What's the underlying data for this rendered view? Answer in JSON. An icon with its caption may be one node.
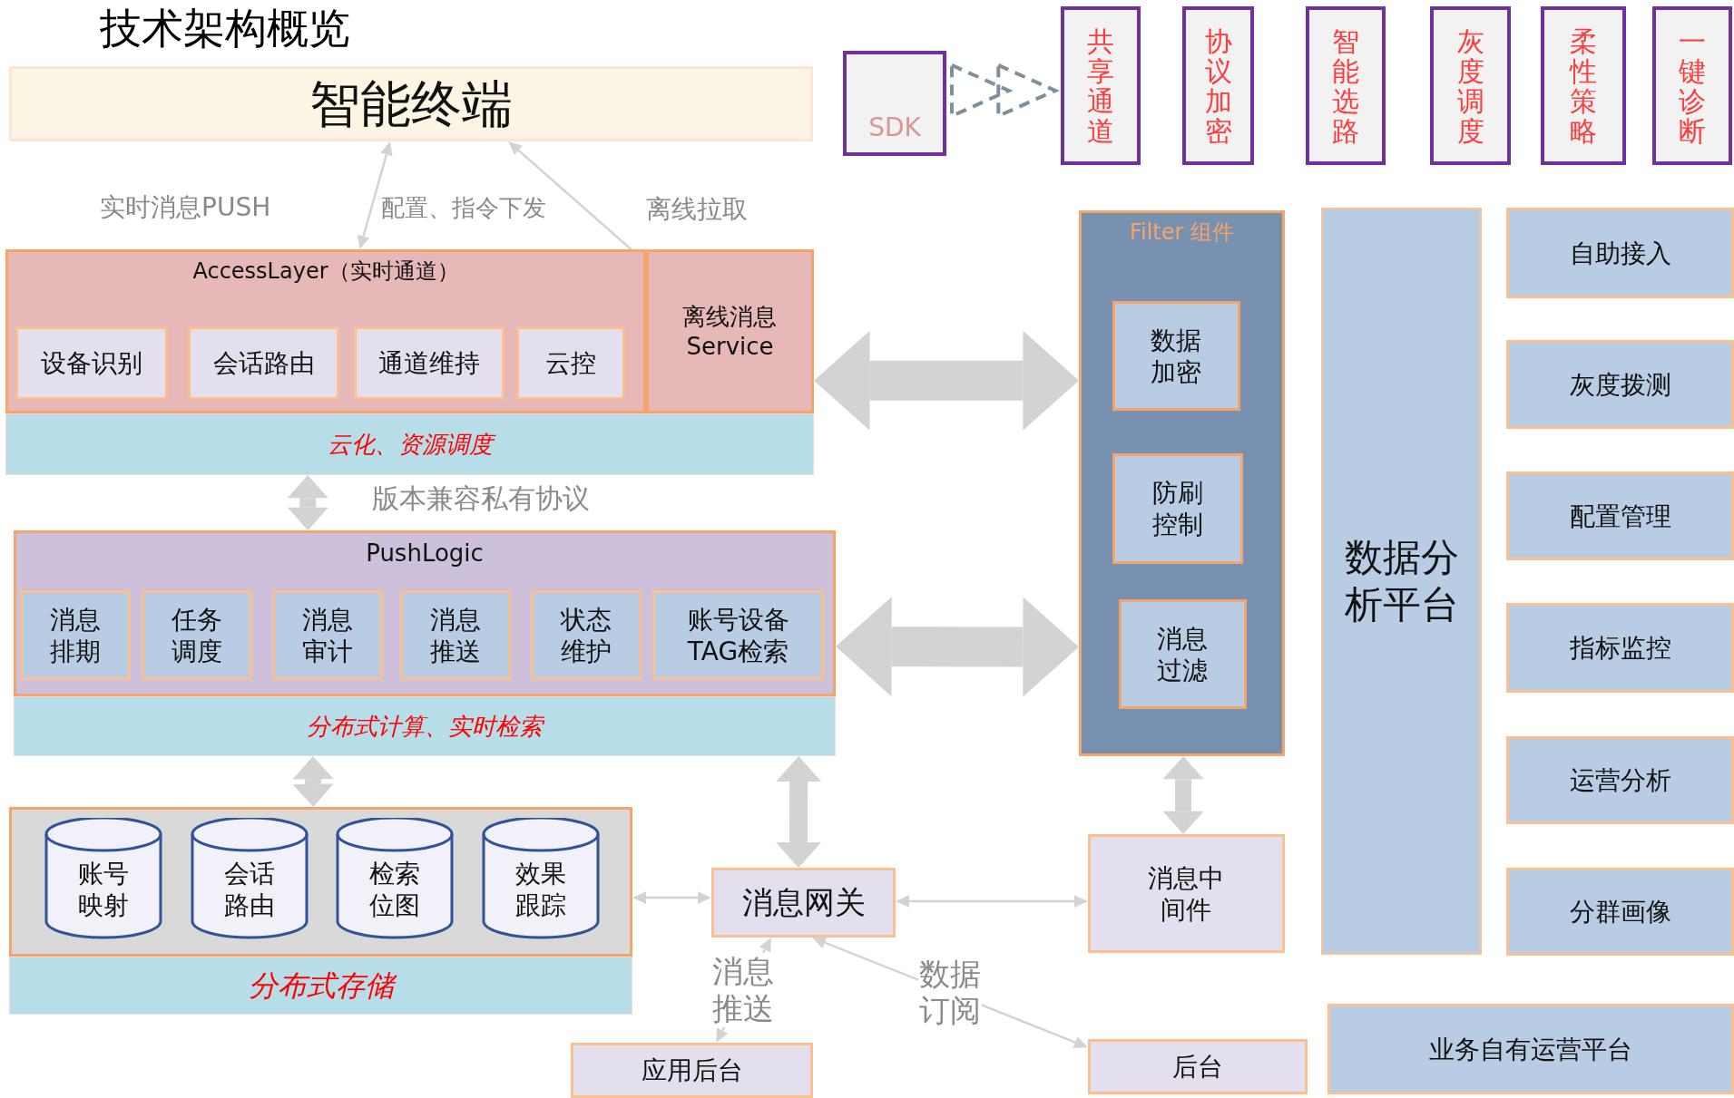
{
  "diagram": {
    "title": "技术架构概览",
    "nodes": [
      {
        "text": [
          "智能终端"
        ]
      },
      {
        "text": [
          "AccessLayer（实时通道）"
        ]
      },
      {
        "text": [
          "设备识别"
        ],
        "in": 1
      },
      {
        "text": [
          "会话路由"
        ],
        "in": 1
      },
      {
        "text": [
          "通道维持"
        ],
        "in": 1
      },
      {
        "text": [
          "云控"
        ],
        "in": 1
      },
      {
        "text": [
          "离线消息 Service"
        ]
      },
      {
        "text": [
          "云化、资源调度"
        ]
      },
      {
        "text": [
          "PushLogic"
        ]
      },
      {
        "text": [
          "消息排期"
        ],
        "in": 8
      },
      {
        "text": [
          "任务调度"
        ],
        "in": 8
      },
      {
        "text": [
          "消息审计"
        ],
        "in": 8
      },
      {
        "text": [
          "消息推送"
        ],
        "in": 8
      },
      {
        "text": [
          "状态维护"
        ],
        "in": 8
      },
      {
        "text": [
          "账号设备TAG检索"
        ],
        "in": 8
      },
      {
        "text": [
          "分布式计算、实时检索"
        ]
      },
      {
        "text": [],
        "shape": "box"
      },
      {
        "text": [
          "账号映射"
        ],
        "in": 16
      },
      {
        "text": [
          "会话路由"
        ],
        "in": 16
      },
      {
        "text": [
          "检索位图"
        ],
        "in": 16
      },
      {
        "text": [
          "效果跟踪"
        ],
        "in": 16
      },
      {
        "text": [
          "分布式存储"
        ]
      },
      {
        "text": [
          "消息网关"
        ]
      },
      {
        "text": [
          "应用后台"
        ]
      },
      {
        "text": [
          "消息中间件"
        ]
      },
      {
        "text": [
          "后台"
        ]
      },
      {
        "text": [
          "Filter 组件"
        ]
      },
      {
        "text": [
          "数据加密"
        ],
        "in": 26
      },
      {
        "text": [
          "防刷控制"
        ],
        "in": 26
      },
      {
        "text": [
          "消息过滤"
        ],
        "in": 26
      },
      {
        "text": [
          "数据分析平台"
        ]
      },
      {
        "text": [
          "自助接入"
        ]
      },
      {
        "text": [
          "灰度拨测"
        ]
      },
      {
        "text": [
          "配置管理"
        ]
      },
      {
        "text": [
          "指标监控"
        ]
      },
      {
        "text": [
          "运营分析"
        ]
      },
      {
        "text": [
          "分群画像"
        ]
      },
      {
        "text": [
          "业务自有运营平台"
        ]
      },
      {
        "text": [
          "SDK"
        ]
      },
      {
        "text": [
          "共享通道"
        ]
      },
      {
        "text": [
          "协议加密"
        ]
      },
      {
        "text": [
          "智能选路"
        ]
      },
      {
        "text": [
          "灰度调度"
        ]
      },
      {
        "text": [
          "柔性策略"
        ]
      },
      {
        "text": [
          "一键诊断"
        ]
      }
    ],
    "edges": [
      {
        "from": 0,
        "to": 1,
        "arrow": "both"
      },
      {
        "from": 0,
        "to": 6,
        "arrow": "both"
      },
      {
        "from": 7,
        "to": 8,
        "arrow": "both",
        "style": "thick"
      },
      {
        "from": 15,
        "to": 16,
        "arrow": "both",
        "style": "thick"
      },
      {
        "from": 15,
        "to": 22,
        "arrow": "both",
        "style": "thick"
      },
      {
        "from": 16,
        "to": 22,
        "arrow": "both"
      },
      {
        "from": 22,
        "to": 24,
        "arrow": "both"
      },
      {
        "from": 22,
        "to": 23,
        "arrow": "both",
        "label": "消息推送"
      },
      {
        "from": 22,
        "to": 25,
        "arrow": "both",
        "label": "数据订阅"
      },
      {
        "from": 6,
        "to": 26,
        "arrow": "both",
        "style": "thick"
      },
      {
        "from": 8,
        "to": 26,
        "arrow": "both",
        "style": "thick"
      },
      {
        "from": 26,
        "to": 24,
        "arrow": "both",
        "style": "thick"
      },
      {
        "from": 38,
        "to": 39,
        "arrow": "to",
        "style": "dashed",
        "color": "#7f909c"
      }
    ],
    "labels": [
      "实时消息PUSH",
      "配置、指令下发",
      "离线拉取",
      "版本兼容私有协议"
    ]
  }
}
